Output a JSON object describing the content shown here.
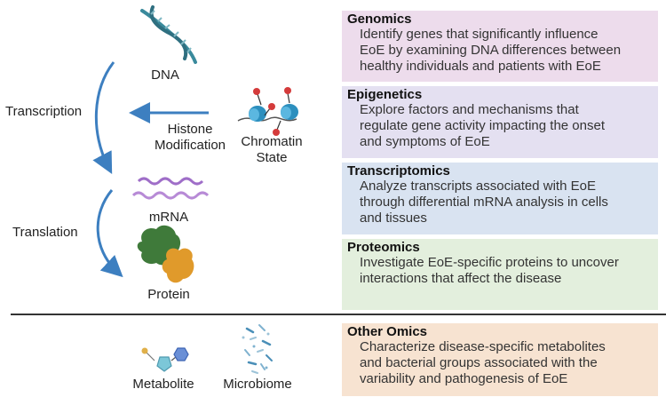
{
  "left": {
    "dna_label": "DNA",
    "transcription_label": "Transcription",
    "histone_label_line1": "Histone",
    "histone_label_line2": "Modification",
    "chromatin_label_line1": "Chromatin",
    "chromatin_label_line2": "State",
    "mrna_label": "mRNA",
    "translation_label": "Translation",
    "protein_label": "Protein",
    "metabolite_label": "Metabolite",
    "microbiome_label": "Microbiome"
  },
  "boxes": [
    {
      "title": "Genomics",
      "color": "#eddcec",
      "lines": [
        "Identify genes that significantly influence",
        "EoE by examining DNA differences between",
        "healthy individuals and patients with EoE"
      ]
    },
    {
      "title": "Epigenetics",
      "color": "#e4e0f1",
      "lines": [
        "Explore factors and mechanisms that",
        "regulate gene activity impacting the onset",
        "and symptoms of EoE"
      ]
    },
    {
      "title": "Transcriptomics",
      "color": "#d9e3f1",
      "lines": [
        "Analyze transcripts associated with EoE",
        "through differential mRNA analysis in cells",
        "and tissues"
      ]
    },
    {
      "title": "Proteomics",
      "color": "#e3efdd",
      "lines": [
        "Investigate EoE-specific proteins to uncover",
        "interactions that affect the disease"
      ]
    },
    {
      "title": "Other Omics",
      "color": "#f7e3d1",
      "lines": [
        "Characterize disease-specific metabolites",
        "and bacterial groups associated with the",
        "variability and pathogenesis of EoE"
      ]
    }
  ],
  "colors": {
    "arrow": "#3d7fc0",
    "dna": "#3a8a9c",
    "mrna": "#9f6ec8",
    "protein_green": "#3f7a3a",
    "protein_orange": "#e09a2b",
    "nucleosome": "#2c8fbe",
    "mark": "#d43b3b"
  }
}
